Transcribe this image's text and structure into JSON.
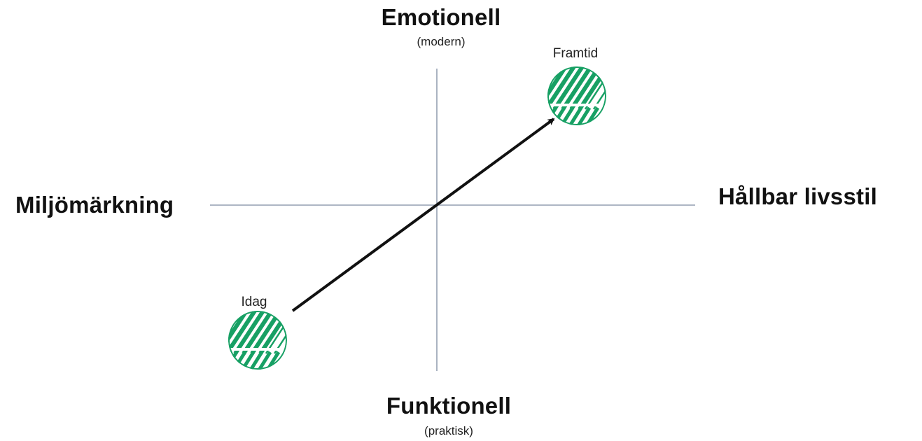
{
  "axes": {
    "top_label": "Emotionell",
    "top_sublabel": "(modern)",
    "bottom_label": "Funktionell",
    "bottom_sublabel": "(praktisk)",
    "left_label": "Miljömärkning",
    "right_label": "Hållbar livsstil"
  },
  "points": {
    "today_label": "Idag",
    "future_label": "Framtid",
    "marker_icon": "swan-ecolabel-icon",
    "marker_color": "#17a064"
  },
  "colors": {
    "axis_line": "#7d8aa0",
    "arrow": "#111111"
  }
}
